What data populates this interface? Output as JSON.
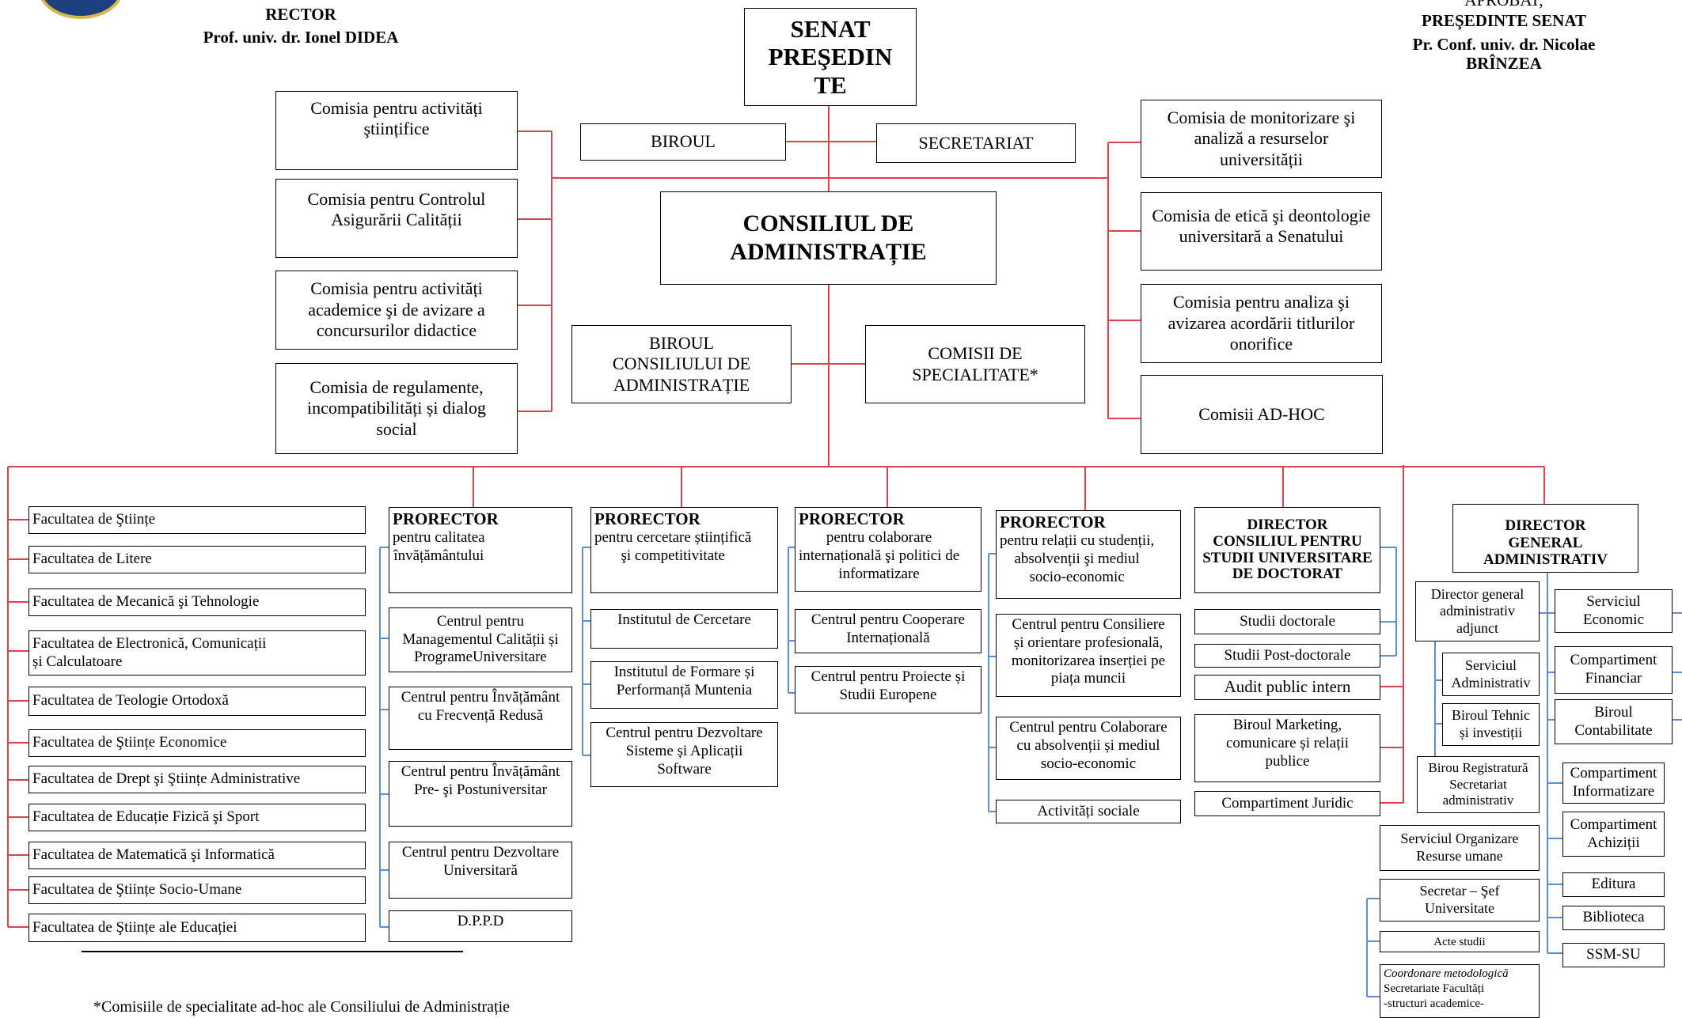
{
  "header": {
    "rector_title": "RECTOR",
    "rector_name": "Prof. univ. dr. Ionel DIDEA",
    "approved": "APROBAT,",
    "senate_president_title": "PREŞEDINTE SENAT",
    "senate_president_name": "Pr. Conf. univ. dr. Nicolae\nBRÎNZEA"
  },
  "senat": "SENAT\nPREŞEDIN\nTE",
  "biroul": "BIROUL",
  "secretariat": "SECRETARIAT",
  "consiliu": "CONSILIUL DE\nADMINISTRAȚIE",
  "biroul_consiliului": "BIROUL\nCONSILIULUI DE\nADMINISTRAȚIE",
  "comisii_specialitate": "COMISII DE\nSPECIALITATE*",
  "left_commissions": [
    "Comisia pentru activități\nştiințifice",
    "Comisia pentru Controlul\nAsigurării Calității",
    "Comisia pentru activități\nacademice şi de avizare a\nconcursurilor didactice",
    "Comisia de regulamente,\nincompatibilități și dialog\nsocial"
  ],
  "right_commissions": [
    "Comisia de monitorizare şi\nanaliză a resurselor\nuniversității",
    "Comisia de etică şi deontologie\nuniversitară a Senatului",
    "Comisia pentru analiza şi\navizarea acordării titlurilor\nonorifice",
    "Comisii AD-HOC"
  ],
  "faculties": [
    "Facultatea de Ştiințe",
    "Facultatea de Litere",
    "Facultatea de Mecanică şi Tehnologie",
    "Facultatea de Electronică, Comunicații\nși Calculatoare",
    "Facultatea de Teologie Ortodoxă",
    "Facultatea de Ştiințe Economice",
    "Facultatea de Drept şi Ştiințe Administrative",
    "Facultatea de Educație Fizică şi Sport",
    "Facultatea de Matematică şi Informatică",
    "Facultatea de Ştiințe Socio-Umane",
    "Facultatea de Ştiințe ale Educației"
  ],
  "prorector1": {
    "title": "PRORECTOR",
    "subtitle": "pentru calitatea\nînvățământului",
    "items": [
      "Centrul pentru\nManagementul  Calității și\nProgrameUniversitare",
      "Centrul pentru Învățământ\ncu Frecvență Redusă",
      "Centrul pentru Învățământ\nPre- şi Postuniversitar",
      "Centrul pentru Dezvoltare\nUniversitară",
      "D.P.P.D"
    ]
  },
  "prorector2": {
    "title": "PRORECTOR",
    "subtitle": "pentru cercetare științifică\nşi competitivitate",
    "items": [
      "Institutul de Cercetare",
      "Institutul de Formare și\nPerformanță Muntenia",
      "Centrul pentru Dezvoltare\nSisteme și Aplicații\nSoftware"
    ]
  },
  "prorector3": {
    "title": "PRORECTOR",
    "subtitle": "pentru colaborare\ninternațională şi politici de\ninformatizare",
    "items": [
      "Centrul pentru Cooperare\nInternațională",
      "Centrul pentru Proiecte și\nStudii Europene"
    ]
  },
  "prorector4": {
    "title": "PRORECTOR",
    "subtitle": "pentru relații cu studenții,\nabsolvenții şi mediul\nsocio-economic",
    "items": [
      "Centrul pentru Consiliere\nși orientare profesională,\nmonitorizarea inserției pe\npiața muncii",
      "Centrul pentru Colaborare\ncu absolvenții și mediul\nsocio-economic",
      "Activități sociale"
    ]
  },
  "director_csud": {
    "title": "DIRECTOR\nCONSILIUL PENTRU\nSTUDII UNIVERSITARE\nDE DOCTORAT",
    "items": [
      "Studii doctorale",
      "Studii Post-doctorale"
    ]
  },
  "mid_right_items": [
    "Audit public intern",
    "Biroul Marketing,\ncomunicare și relații\npublice",
    "Compartiment Juridic"
  ],
  "dga": {
    "title": "DIRECTOR\nGENERAL\nADMINISTRATIV",
    "adjunct": "Director general\nadministrativ\nadjunct",
    "adjunct_items": [
      "Serviciul\nAdministrativ",
      "Biroul Tehnic\nși investiții",
      "Birou Registratură\nSecretariat\nadministrativ"
    ],
    "right_items": [
      "Serviciul\nEconomic",
      "Compartiment\nFinanciar",
      "Biroul\nContabilitate",
      "Compartiment\nInformatizare",
      "Compartiment\nAchiziții",
      "Editura",
      "Biblioteca",
      "SSM-SU"
    ],
    "resurse_umane": "Serviciul Organizare\nResurse umane",
    "secretar": "Secretar – Şef\nUniversitate",
    "acte": "Acte studii",
    "coord_title": "Coordonare metodologică",
    "coord_text": "Secretariate Facultăți\n-structuri academice-"
  },
  "footnote": "*Comisiile de specialitate ad-hoc ale Consiliului de Administrație",
  "colors": {
    "red_lines": "#d9454a",
    "blue_lines": "#5b8fd4"
  }
}
